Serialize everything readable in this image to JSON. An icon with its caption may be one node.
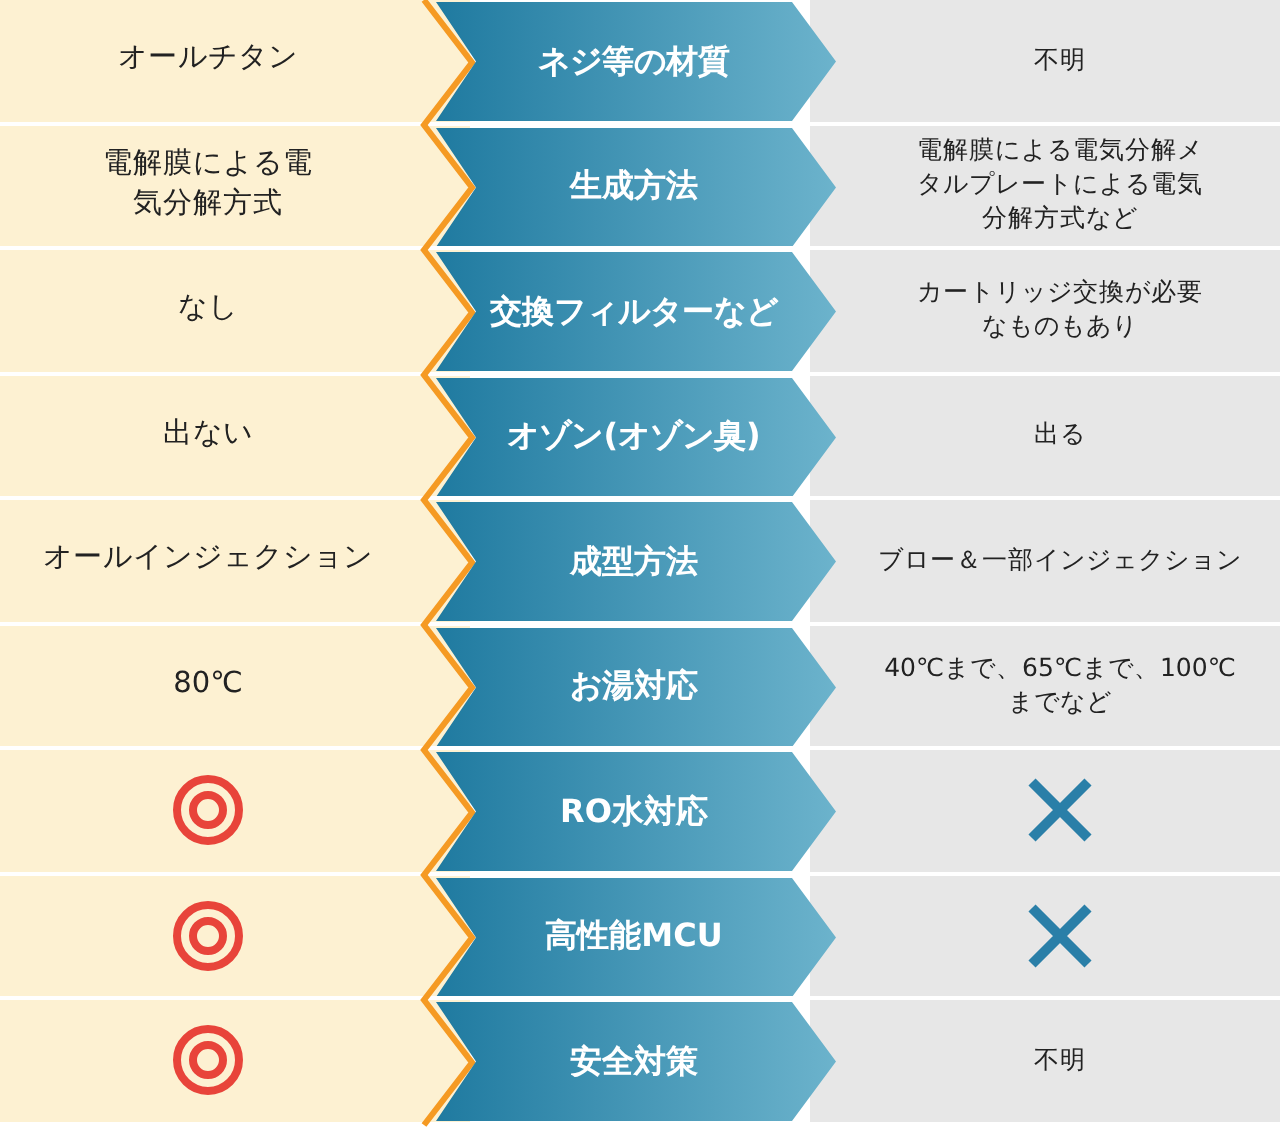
{
  "diagram": {
    "nodes": [
      {
        "text": [
          "ネジ等の材質"
        ]
      },
      {
        "text": [
          "生成方法"
        ]
      },
      {
        "text": [
          "交換フィルターなど"
        ]
      },
      {
        "text": [
          "オゾン(オゾン臭)"
        ]
      },
      {
        "text": [
          "成型方法"
        ]
      },
      {
        "text": [
          "お湯対応"
        ]
      },
      {
        "text": [
          "RO水対応"
        ]
      },
      {
        "text": [
          "高性能MCU"
        ]
      },
      {
        "text": [
          "安全対策"
        ]
      }
    ],
    "labels": [
      "オールチタン",
      "不明",
      "電解膜による電気分解方式",
      "電解膜による電気分解メタルプレートによる電気分解方式など",
      "なし",
      "カートリッジ交換が必要なものもあり",
      "出ない",
      "出る",
      "オールインジェクション",
      "ブロー＆一部インジェクション",
      "80℃",
      "40℃まで、65℃まで、100℃までなど",
      "不明"
    ]
  }
}
